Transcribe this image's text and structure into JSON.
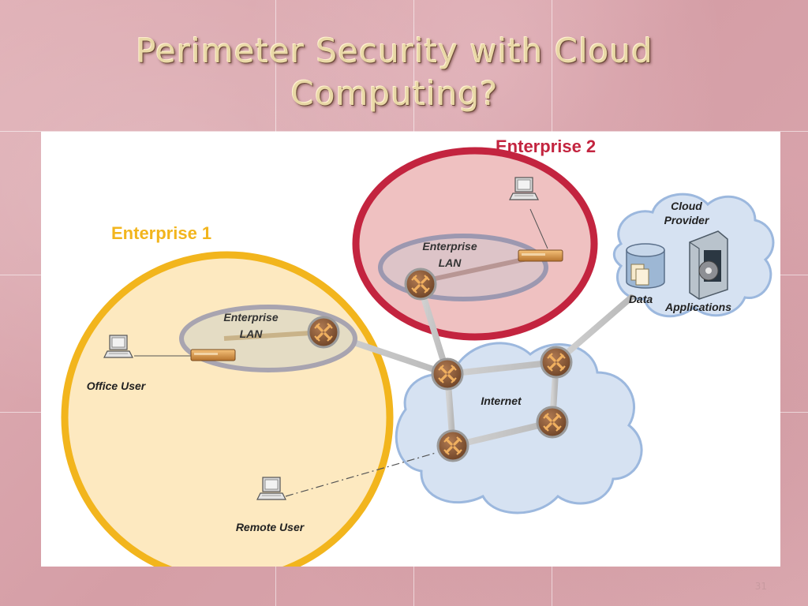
{
  "slide": {
    "title": "Perimeter Security with Cloud Computing?",
    "slide_number": "31"
  },
  "diagram": {
    "enterprise1": {
      "label": "Enterprise 1",
      "lan_label_line1": "Enterprise",
      "lan_label_line2": "LAN"
    },
    "enterprise2": {
      "label": "Enterprise 2",
      "lan_label_line1": "Enterprise",
      "lan_label_line2": "LAN"
    },
    "cloud_provider": {
      "label_line1": "Cloud",
      "label_line2": "Provider",
      "data_label": "Data",
      "apps_label": "Applications"
    },
    "internet_label": "Internet",
    "office_user_label": "Office User",
    "remote_user_label": "Remote User"
  },
  "colors": {
    "enterprise1": "#f2b51d",
    "enterprise1_fill": "#fde9c0",
    "enterprise2": "#c3243f",
    "enterprise2_fill": "#efc1c1",
    "cloud_fill": "#d6e2f2",
    "cloud_stroke": "#9cb8de",
    "router": "#8a5a3a"
  }
}
